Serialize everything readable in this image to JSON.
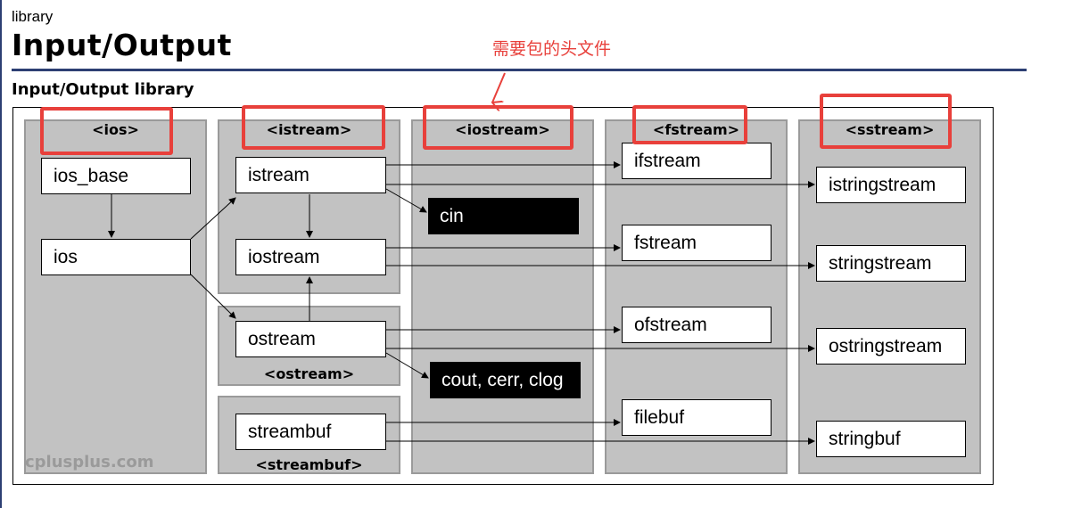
{
  "header": {
    "category": "library",
    "title": "Input/Output",
    "section_title": "Input/Output library"
  },
  "annotation": {
    "text": "需要包的头文件",
    "color": "#e8403b"
  },
  "diagram": {
    "headers": {
      "ios": "<ios>",
      "istream": "<istream>",
      "iostream": "<iostream>",
      "fstream": "<fstream>",
      "sstream": "<sstream>",
      "ostream": "<ostream>",
      "streambuf": "<streambuf>"
    },
    "classes": {
      "ios_base": "ios_base",
      "ios": "ios",
      "istream": "istream",
      "iostream": "iostream",
      "ostream": "ostream",
      "streambuf": "streambuf",
      "ifstream": "ifstream",
      "fstream": "fstream",
      "ofstream": "ofstream",
      "filebuf": "filebuf",
      "istringstream": "istringstream",
      "stringstream": "stringstream",
      "ostringstream": "ostringstream",
      "stringbuf": "stringbuf"
    },
    "objects": {
      "cin": "cin",
      "cout_group": "cout, cerr, clog"
    },
    "watermark": "cplusplus.com",
    "colors": {
      "panel": "#c2c2c2",
      "panel_border": "#9a9a9a",
      "highlight": "#e8403b",
      "rule": "#2d3f73"
    }
  }
}
